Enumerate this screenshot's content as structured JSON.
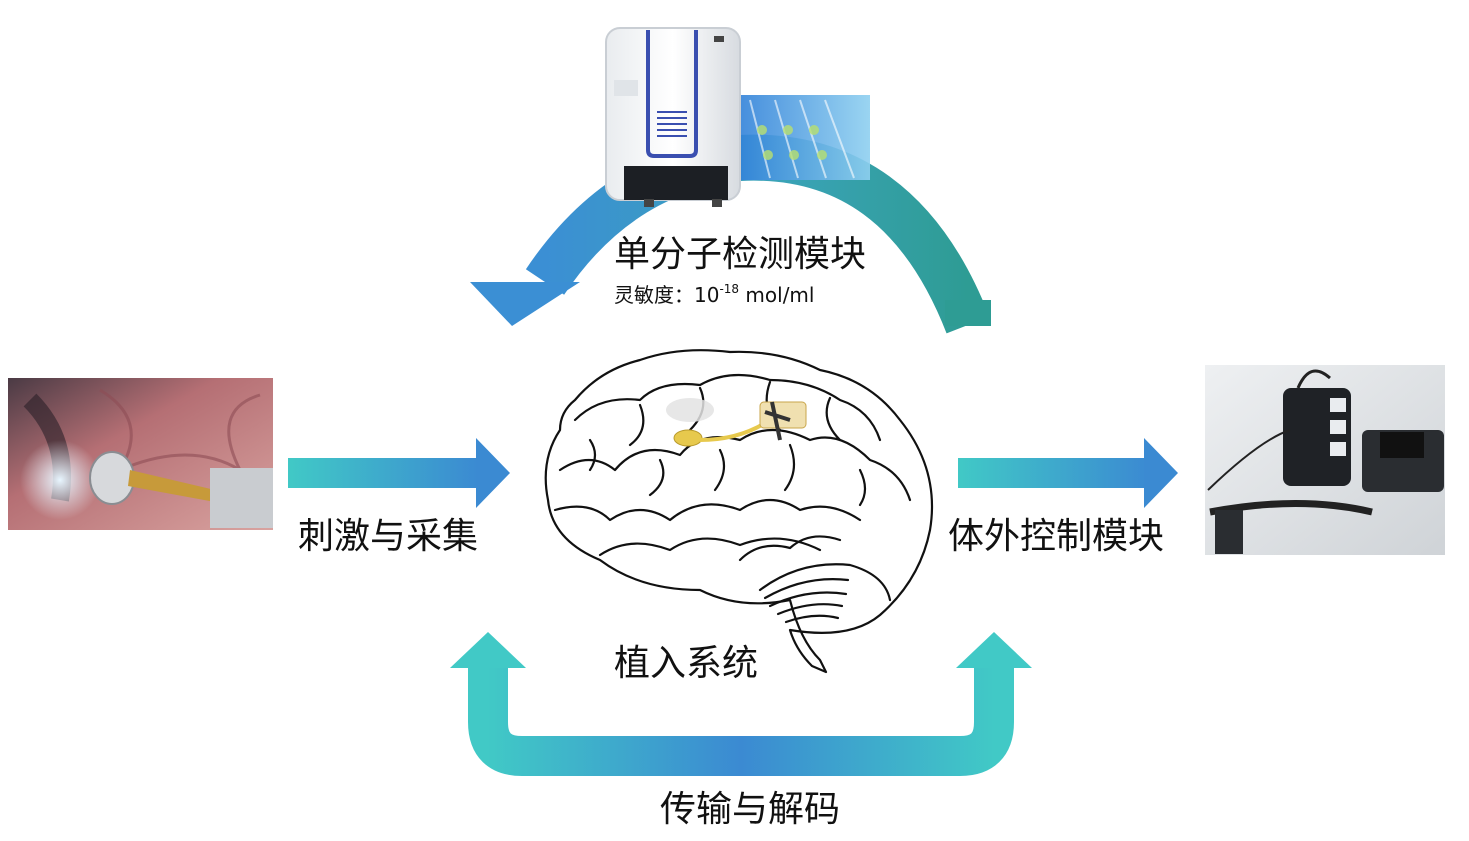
{
  "labels": {
    "detection_module": "单分子检测模块",
    "sensitivity_prefix": "灵敏度：",
    "sensitivity_base": "10",
    "sensitivity_exp": "-18",
    "sensitivity_unit": " mol/ml",
    "stimulation": "刺激与采集",
    "external_control": "体外控制模块",
    "implant_system": "植入系统",
    "transmission": "传输与解码"
  },
  "colors": {
    "teal": "#3fc4c4",
    "blue": "#3a86cf",
    "dark_teal": "#2f9e9a"
  }
}
